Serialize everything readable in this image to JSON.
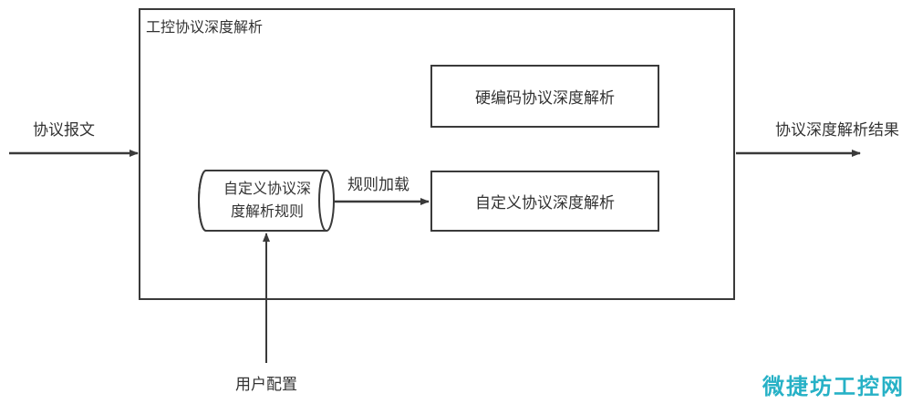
{
  "outer": {
    "title": "工控协议深度解析"
  },
  "boxes": {
    "hardcoded": "硬编码协议深度解析",
    "custom": "自定义协议深度解析"
  },
  "rules_db": {
    "line1": "自定义协议深",
    "line2": "度解析规则"
  },
  "labels": {
    "input": "协议报文",
    "output": "协议深度解析结果",
    "load": "规则加载",
    "user_config": "用户配置"
  },
  "watermark": "微捷坊工控网",
  "colors": {
    "line": "#3a3a3a",
    "watermark": "#27b1c6"
  }
}
